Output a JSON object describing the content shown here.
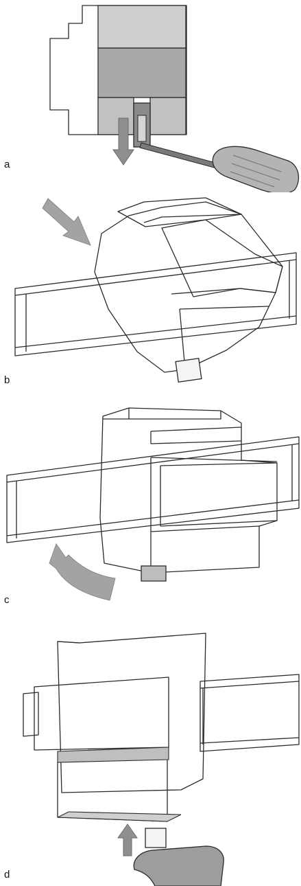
{
  "steps": [
    {
      "label": "a"
    },
    {
      "label": "b"
    },
    {
      "label": "c"
    },
    {
      "label": "d"
    }
  ],
  "colors": {
    "housing_light": "#f4f4f4",
    "housing_mid": "#e2e2e2",
    "housing_dark": "#9a9a9a",
    "arrow_gray": "#8f8f8f",
    "outline": "#2a2a2a",
    "rail": "#efefef"
  }
}
